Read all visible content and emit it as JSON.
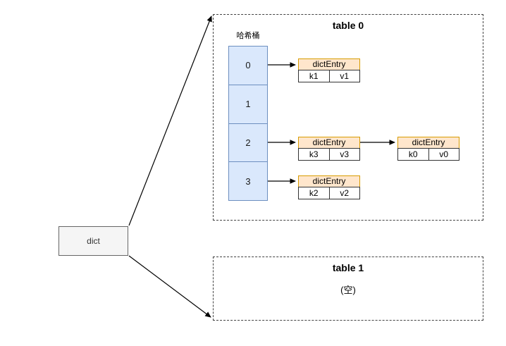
{
  "diagram": {
    "dict_node": {
      "label": "dict"
    },
    "table0": {
      "title": "table 0",
      "bucket_label": "哈希桶",
      "bucket_cells": [
        "0",
        "1",
        "2",
        "3"
      ],
      "entries": [
        {
          "title": "dictEntry",
          "key": "k1",
          "value": "v1"
        },
        {
          "title": "dictEntry",
          "key": "k3",
          "value": "v3"
        },
        {
          "title": "dictEntry",
          "key": "k0",
          "value": "v0"
        },
        {
          "title": "dictEntry",
          "key": "k2",
          "value": "v2"
        }
      ]
    },
    "table1": {
      "title": "table 1",
      "empty_label": "(空)"
    },
    "colors": {
      "bucket_fill": "#dae8fc",
      "bucket_border": "#6c8ebf",
      "entry_header_fill": "#ffe6cc",
      "entry_header_border": "#d79b00",
      "entry_cell_border": "#333333",
      "dict_fill": "#f5f5f5",
      "dict_border": "#666666",
      "table_border": "#424242",
      "arrow": "#000000"
    }
  }
}
